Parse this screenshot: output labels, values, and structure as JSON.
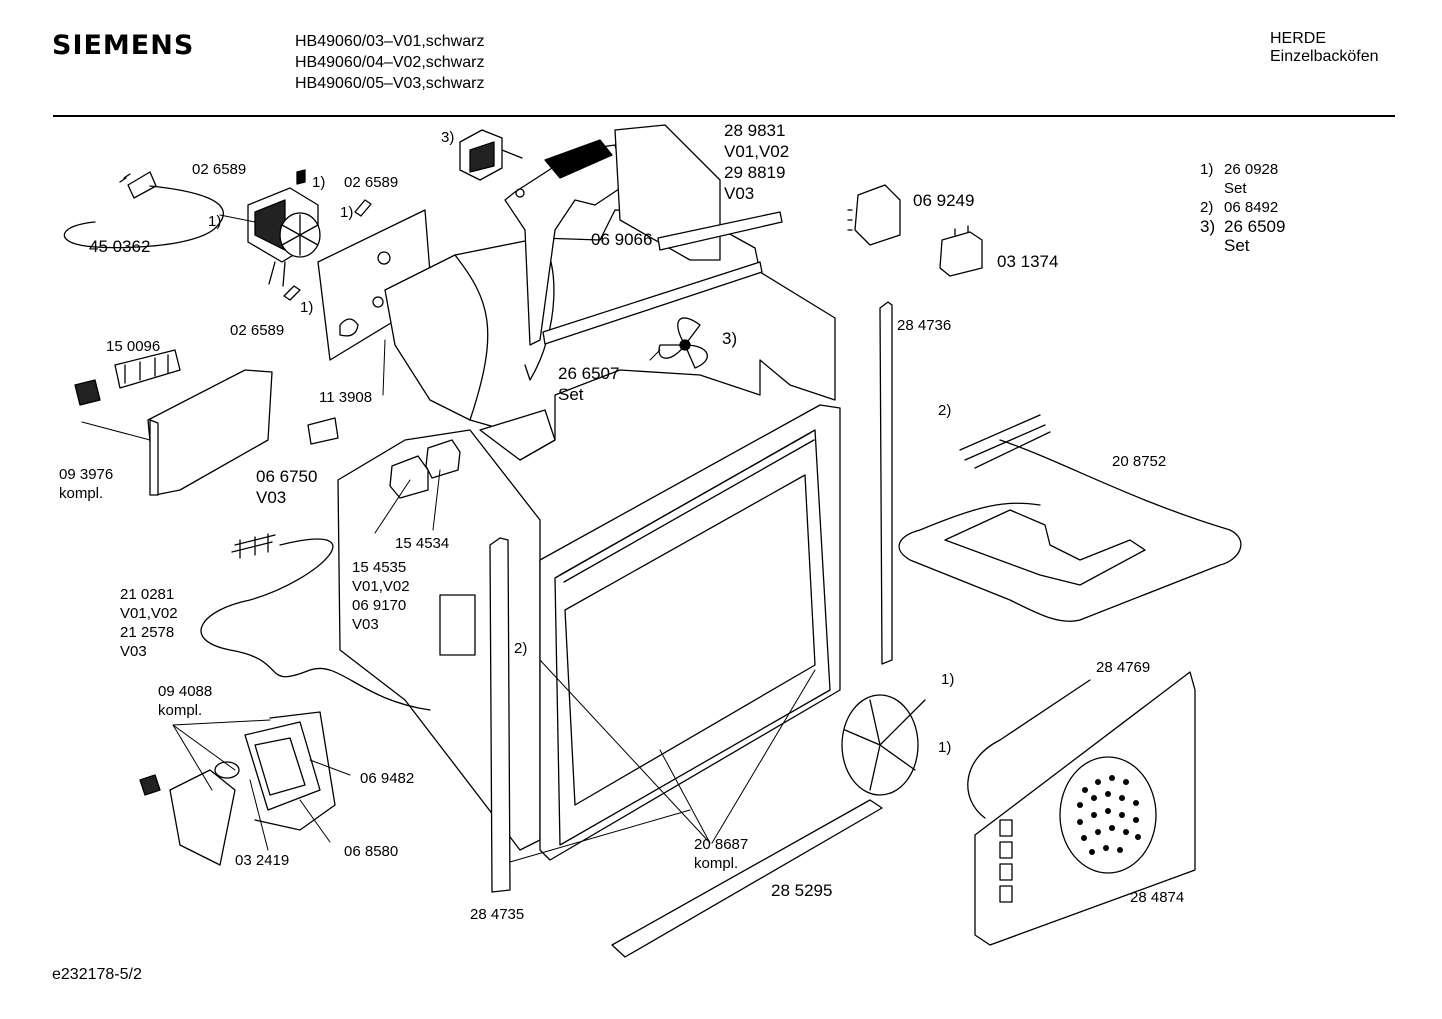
{
  "header": {
    "brand": "SIEMENS",
    "models": [
      "HB49060/03–V01,schwarz",
      "HB49060/04–V02,schwarz",
      "HB49060/05–V03,schwarz"
    ],
    "category": "HERDE",
    "subcategory": "Einzelbacköfen"
  },
  "footer": {
    "code": "e232178-5/2"
  },
  "notes": [
    {
      "key": "1)",
      "lines": [
        "26 0928",
        "Set"
      ]
    },
    {
      "key": "2)",
      "lines": [
        "06 8492"
      ]
    },
    {
      "key": "3)",
      "lines": [
        "26 6509",
        "Set"
      ]
    }
  ],
  "labels": {
    "l_450362": [
      "45 0362"
    ],
    "l_026589a": [
      "02 6589"
    ],
    "l_1a": [
      "1)"
    ],
    "l_1b": [
      "1)"
    ],
    "l_026589b": [
      "02 6589"
    ],
    "l_1c": [
      "1)"
    ],
    "l_1d": [
      "1)"
    ],
    "l_026589c": [
      "02 6589"
    ],
    "l_3a": [
      "3)"
    ],
    "l_289831": [
      "28 9831",
      "V01,V02",
      "29 8819",
      "V03"
    ],
    "l_069249": [
      "06 9249"
    ],
    "l_031374": [
      "03 1374"
    ],
    "l_069066": [
      "06 9066"
    ],
    "l_150096": [
      "15 0096"
    ],
    "l_113908": [
      "11 3908"
    ],
    "l_266507": [
      "26 6507",
      "Set"
    ],
    "l_3b": [
      "3)"
    ],
    "l_284736": [
      "28 4736"
    ],
    "l_2a": [
      "2)"
    ],
    "l_093976": [
      "09 3976",
      "kompl."
    ],
    "l_066750": [
      "06 6750",
      "V03"
    ],
    "l_208752": [
      "20 8752"
    ],
    "l_154534": [
      "15 4534"
    ],
    "l_154535": [
      "15 4535",
      "V01,V02",
      "06 9170",
      "V03"
    ],
    "l_210281": [
      "21 0281",
      "V01,V02",
      "21 2578",
      "V03"
    ],
    "l_2b": [
      "2)"
    ],
    "l_284769": [
      "28 4769"
    ],
    "l_1e": [
      "1)"
    ],
    "l_094088": [
      "09 4088",
      "kompl."
    ],
    "l_1f": [
      "1)"
    ],
    "l_069482": [
      "06 9482"
    ],
    "l_208687": [
      "20 8687",
      "kompl."
    ],
    "l_068580": [
      "06 8580"
    ],
    "l_032419": [
      "03 2419"
    ],
    "l_285295": [
      "28 5295"
    ],
    "l_284874": [
      "28 4874"
    ],
    "l_284735": [
      "28 4735"
    ]
  }
}
